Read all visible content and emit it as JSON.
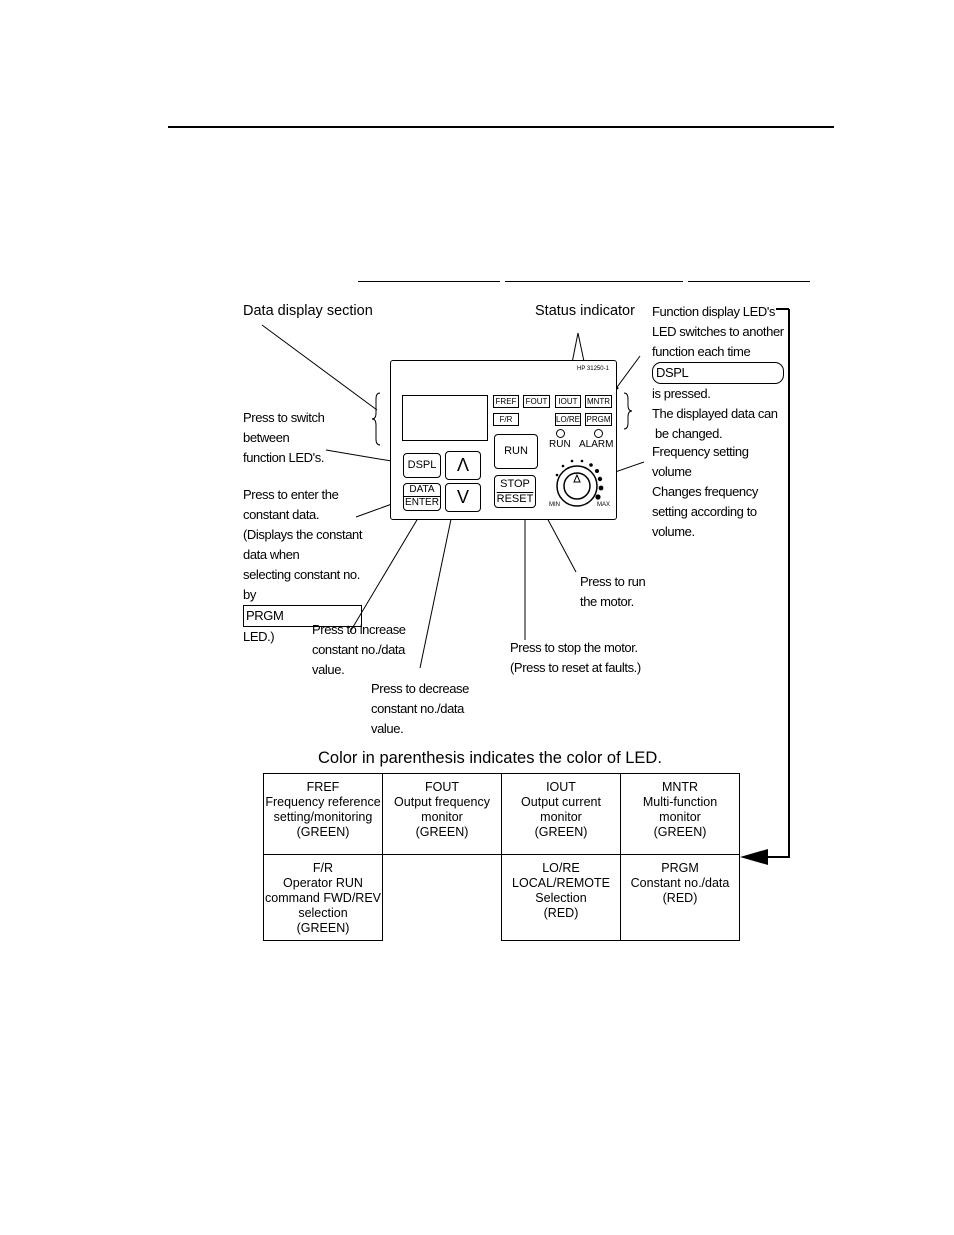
{
  "labels": {
    "data_display": "Data display section",
    "status_indicator": "Status indicator",
    "function_display": {
      "line1": "Function display LED's",
      "line2": "LED switches to another",
      "line3": "function each time",
      "dspl_key": "DSPL",
      "line4_rest": "is pressed.",
      "line5": "The displayed data can",
      "line6": "be changed."
    },
    "switch": {
      "line1": "Press to switch",
      "line2": "between",
      "line3": "function LED's."
    },
    "enter": {
      "line1": "Press to enter the",
      "line2": "constant data.",
      "line3": "(Displays the constant",
      "line4": "data when",
      "line5": "selecting constant no.",
      "by": "by",
      "prgm_key": "PRGM",
      "led": "LED.)"
    },
    "freq_volume": {
      "line1": "Frequency setting",
      "line2": "volume",
      "line3": "Changes frequency",
      "line4": "setting according to",
      "line5": "volume."
    },
    "run": {
      "line1": "Press to run",
      "line2": "the motor."
    },
    "increase": {
      "line1": "Press to increase",
      "line2": "constant no./data",
      "line3": "value."
    },
    "stop": {
      "line1": "Press to stop the motor.",
      "line2": "(Press to reset at faults.)"
    },
    "decrease": {
      "line1": "Press to decrease",
      "line2": "constant no./data",
      "line3": "value."
    }
  },
  "panel": {
    "model": "HP 31250-1",
    "leds": [
      "FREF",
      "FOUT",
      "IOUT",
      "MNTR",
      "F/R",
      "LO/RE",
      "PRGM"
    ],
    "indicators": [
      "RUN",
      "ALARM"
    ],
    "keys": {
      "dspl": "DSPL",
      "data": "DATA",
      "enter": "ENTER",
      "up": "Λ",
      "down": "V",
      "run": "RUN",
      "stop": "STOP",
      "reset": "RESET"
    },
    "dial": {
      "min": "MIN",
      "max": "MAX"
    }
  },
  "table_caption": "Color in parenthesis indicates the color of LED.",
  "led_table": [
    [
      {
        "name": "FREF",
        "desc": [
          "Frequency reference",
          "setting/monitoring",
          "(GREEN)"
        ]
      },
      {
        "name": "FOUT",
        "desc": [
          "Output frequency",
          "monitor",
          "(GREEN)"
        ]
      },
      {
        "name": "IOUT",
        "desc": [
          "Output current",
          "monitor",
          "(GREEN)"
        ]
      },
      {
        "name": "MNTR",
        "desc": [
          "Multi-function",
          "monitor",
          "(GREEN)"
        ]
      }
    ],
    [
      {
        "name": "F/R",
        "desc": [
          "Operator RUN",
          "command FWD/REV",
          "selection",
          "(GREEN)"
        ]
      },
      {
        "name": "",
        "desc": []
      },
      {
        "name": "LO/RE",
        "desc": [
          "LOCAL/REMOTE",
          "Selection",
          "(RED)"
        ]
      },
      {
        "name": "PRGM",
        "desc": [
          "Constant no./data",
          "(RED)"
        ]
      }
    ]
  ]
}
